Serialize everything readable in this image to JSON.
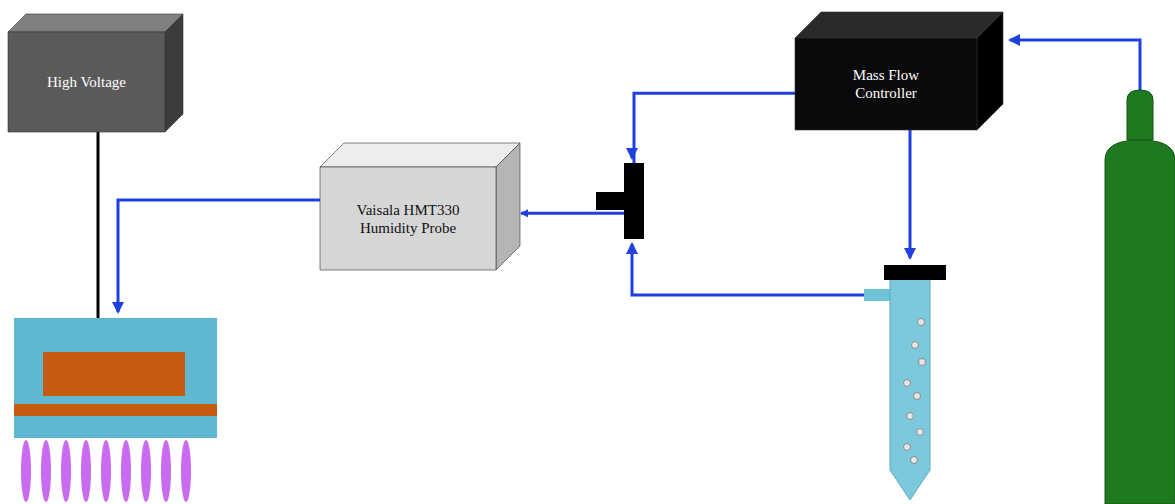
{
  "diagram": {
    "nodes": [
      {
        "text": [
          "High Voltage"
        ]
      },
      {
        "text": [
          "Vaisala HMT330 Humidity Probe"
        ]
      },
      {
        "text": [
          "Mass Flow Controller"
        ]
      }
    ],
    "edges": [
      {
        "from": 2,
        "to": 1,
        "arrow": "to"
      }
    ]
  }
}
